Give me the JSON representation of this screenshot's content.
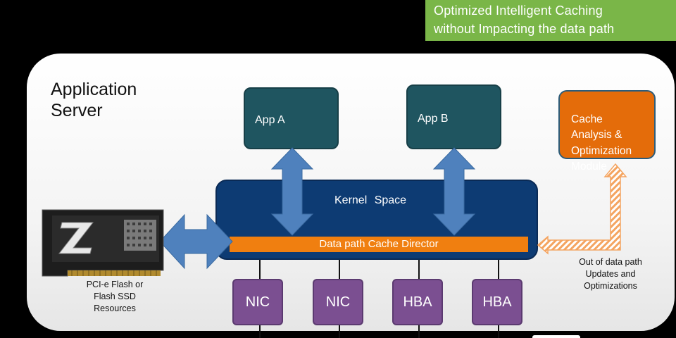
{
  "banner": {
    "text": "Optimized Intelligent Caching\nwithout Impacting the data path"
  },
  "server": {
    "title": "Application\nServer"
  },
  "apps": {
    "app_a": "App  A",
    "app_b": "App B"
  },
  "cache_module": {
    "label": "Cache\nAnalysis  &\nOptimization\nModule"
  },
  "kernel": {
    "label": "Kernel   Space"
  },
  "director": {
    "label": "Data path Cache Director"
  },
  "ports": [
    "NIC",
    "NIC",
    "HBA",
    "HBA"
  ],
  "flash": {
    "caption": "PCI-e Flash or\nFlash SSD\nResources"
  },
  "out_of_path": {
    "caption": "Out of data path\nUpdates and\nOptimizations"
  },
  "colors": {
    "banner": "#7ab648",
    "app_box": "#1f5560",
    "kernel": "#0d3b73",
    "director": "#f07f10",
    "port": "#7b4f91",
    "arrow": "#4f81bd",
    "cache_box": "#e46c0a"
  }
}
